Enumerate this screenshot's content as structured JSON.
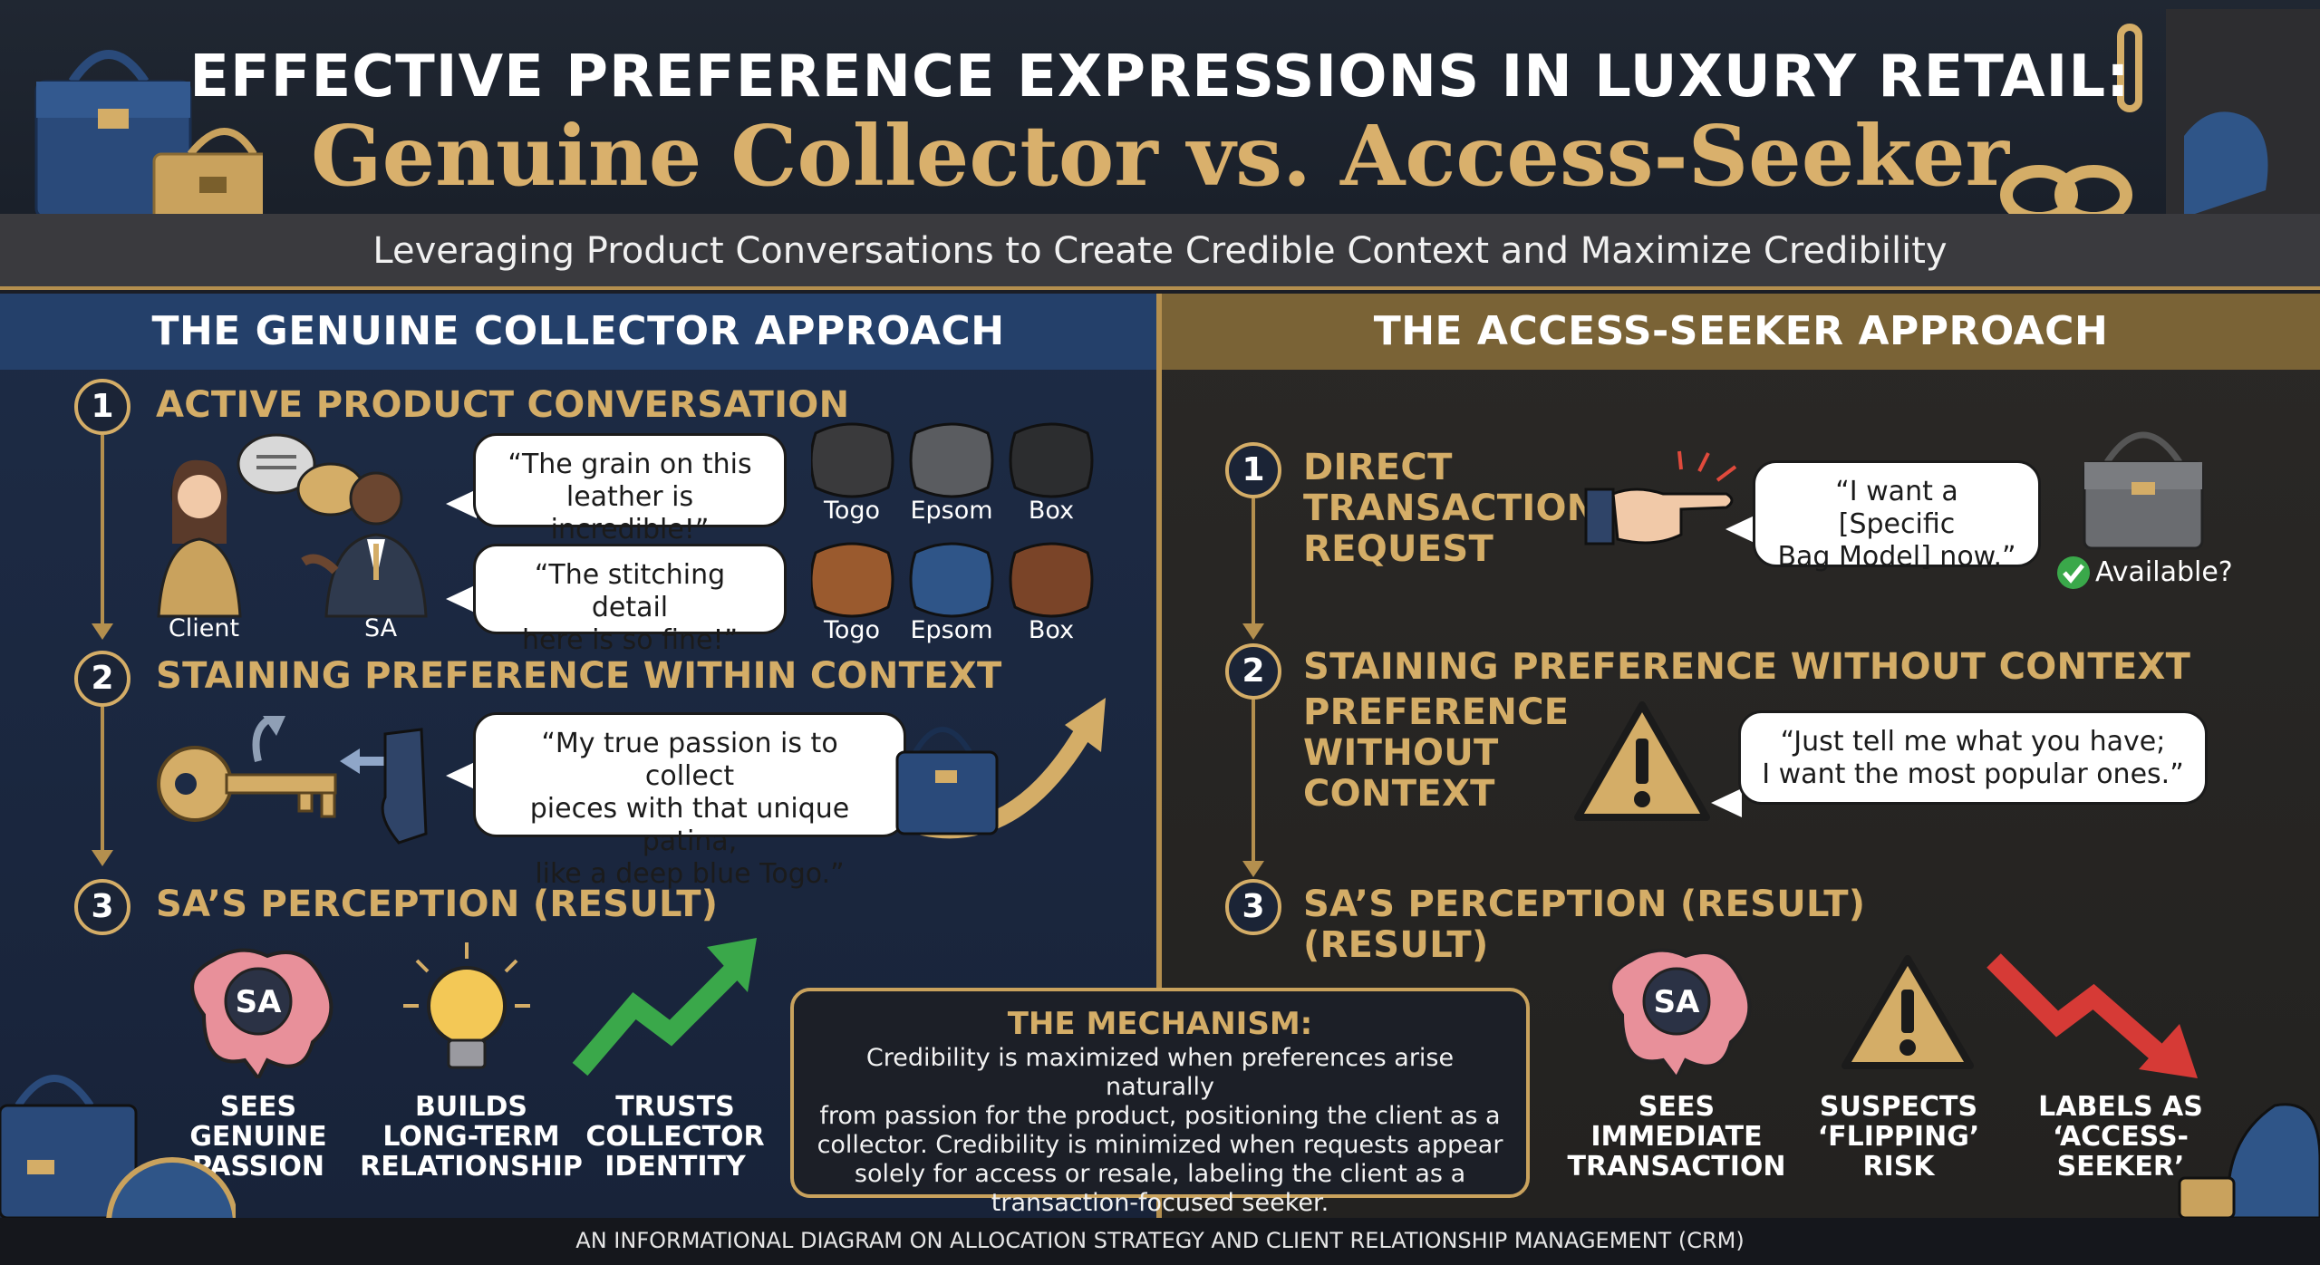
{
  "header": {
    "title_line1": "EFFECTIVE PREFERENCE EXPRESSIONS IN LUXURY RETAIL:",
    "title_line2": "Genuine Collector vs. Access-Seeker",
    "subtitle": "Leveraging Product Conversations to Create Credible Context and Maximize Credibility"
  },
  "left": {
    "title": "THE GENUINE COLLECTOR APPROACH",
    "step1": {
      "number": "1",
      "title": "ACTIVE PRODUCT CONVERSATION",
      "client_label": "Client",
      "sa_label": "SA",
      "bubble1_line1": "“The grain on this",
      "bubble1_line2": "leather is incredible!”",
      "bubble2_line1": "“The stitching detail",
      "bubble2_line2": "here is so fine!”",
      "swatches_top": [
        "Togo",
        "Epsom",
        "Box"
      ],
      "swatches_bottom": [
        "Togo",
        "Epsom",
        "Box"
      ]
    },
    "step2": {
      "number": "2",
      "title": "STAINING PREFERENCE WITHIN CONTEXT",
      "bubble_line1": "“My true passion is to collect",
      "bubble_line2": "pieces with that unique patina,",
      "bubble_line3": "like a deep blue Togo.”"
    },
    "step3": {
      "number": "3",
      "title": "SA’S PERCEPTION (RESULT)",
      "brain_text": "SA",
      "results": [
        {
          "line1": "SEES",
          "line2": "GENUINE",
          "line3": "PASSION"
        },
        {
          "line1": "BUILDS",
          "line2": "LONG-TERM",
          "line3": "RELATIONSHIP"
        },
        {
          "line1": "TRUSTS",
          "line2": "COLLECTOR",
          "line3": "IDENTITY"
        }
      ]
    }
  },
  "right": {
    "title": "THE ACCESS-SEEKER APPROACH",
    "step1": {
      "number": "1",
      "title_line1": "DIRECT",
      "title_line2": "TRANSACTION",
      "title_line3": "REQUEST",
      "bubble_line1": "“I want a [Specific",
      "bubble_line2": "Bag Model] now.”",
      "available": "Available?"
    },
    "step2": {
      "number": "2",
      "title": "STAINING PREFERENCE WITHOUT CONTEXT",
      "sub_line1": "PREFERENCE",
      "sub_line2": "WITHOUT",
      "sub_line3": "CONTEXT",
      "bubble_line1": "“Just tell me what you have;",
      "bubble_line2": "I want the most popular ones.”"
    },
    "step3": {
      "number": "3",
      "title_line1": "SA’S PERCEPTION (RESULT)",
      "title_line2": "(RESULT)",
      "brain_text": "SA",
      "results": [
        {
          "line1": "SEES",
          "line2": "IMMEDIATE",
          "line3": "TRANSACTION"
        },
        {
          "line1": "SUSPECTS",
          "line2": "‘FLIPPING’",
          "line3": "RISK"
        },
        {
          "line1": "LABELS AS",
          "line2": "‘ACCESS-SEEKER’",
          "line3": ""
        }
      ]
    }
  },
  "mechanism": {
    "title": "THE MECHANISM:",
    "line1": "Credibility is maximized when preferences arise naturally",
    "line2": "from passion for the product, positioning the client as a",
    "line3": "collector. Credibility is minimized when requests appear",
    "line4": "solely for access or resale, labeling the client as a",
    "line5": "transaction-focused seeker."
  },
  "footer": "AN INFORMATIONAL DIAGRAM ON ALLOCATION STRATEGY AND CLIENT RELATIONSHIP MANAGEMENT (CRM)",
  "colors": {
    "gold": "#d4ad67",
    "navy": "#1d2b45",
    "charcoal": "#2a2826",
    "green": "#3aa84a",
    "red": "#d63a36"
  }
}
